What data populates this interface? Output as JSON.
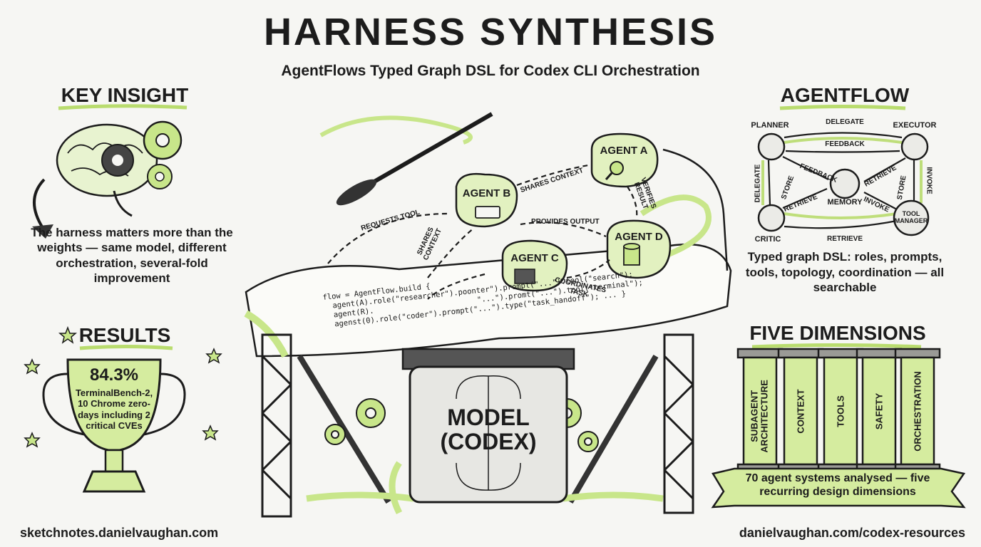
{
  "header": {
    "title": "HARNESS SYNTHESIS",
    "subtitle": "AgentFlows Typed Graph DSL for Codex CLI Orchestration"
  },
  "key_insight": {
    "heading": "KEY INSIGHT",
    "text": "The harness matters more than the weights — same model, different orchestration, several-fold improvement"
  },
  "results": {
    "heading": "RESULTS",
    "percent": "84.3%",
    "description": "TerminalBench-2, 10 Chrome zero-days including 2 critical CVEs"
  },
  "center": {
    "agents": [
      "AGENT A",
      "AGENT B",
      "AGENT C",
      "AGENT D"
    ],
    "edge_labels": {
      "requests_tool": "REQUESTS TOOL",
      "shares_context_top": "SHARES CONTEXT",
      "verifies_result": "VERIFIES RESULT",
      "provides_output": "PROVIDES OUTPUT",
      "shares_context_left": "SHARES CONTEXT",
      "coordinates_task": "COORDINATES TASK"
    },
    "code": "flow = AgentFlow.build {\n  agent(A).role(\"researcher\").poonter\").prompt(\"...\").tool(\"search\");\n  agent(R).                       \"...\").promt(\"...\").tool(\"terminal\");\n  agenst(0).role(\"coder\").prompt(\"...\").type(\"task_handoff\"); ... }",
    "model_line1": "MODEL",
    "model_line2": "(CODEX)"
  },
  "agentflow": {
    "heading": "AGENTFLOW",
    "nodes": {
      "planner": "PLANNER",
      "executor": "EXECUTOR",
      "critic": "CRITIC",
      "memory": "MEMORY",
      "tool_manager_1": "TOOL",
      "tool_manager_2": "MANAGER"
    },
    "edges": {
      "delegate_top": "DELEGATE",
      "feedback_top": "FEEDBACK",
      "delegate_left": "DELEGATE",
      "store_left": "STORE",
      "feedback_mid": "FEEDBACK",
      "retrieve_left": "RETRIEVE",
      "retrieve_right": "RETRIEVE",
      "store_right": "STORE",
      "invoke_right": "INVOKE",
      "invoke_mid": "INVOKE",
      "retrieve_bottom": "RETRIEVE"
    },
    "description": "Typed graph DSL: roles, prompts, tools, topology, coordination — all searchable"
  },
  "five_dimensions": {
    "heading": "FIVE DIMENSIONS",
    "pillars": [
      "SUBAGENT ARCHITECTURE",
      "CONTEXT",
      "TOOLS",
      "SAFETY",
      "ORCHESTRATION"
    ],
    "banner": "70 agent systems analysed — five recurring design dimensions"
  },
  "footer": {
    "left": "sketchnotes.danielvaughan.com",
    "right": "danielvaughan.com/codex-resources"
  },
  "colors": {
    "accent": "#c8e68a",
    "accent_dark": "#9cc454",
    "ink": "#1c1c1c",
    "background": "#f6f6f3"
  }
}
